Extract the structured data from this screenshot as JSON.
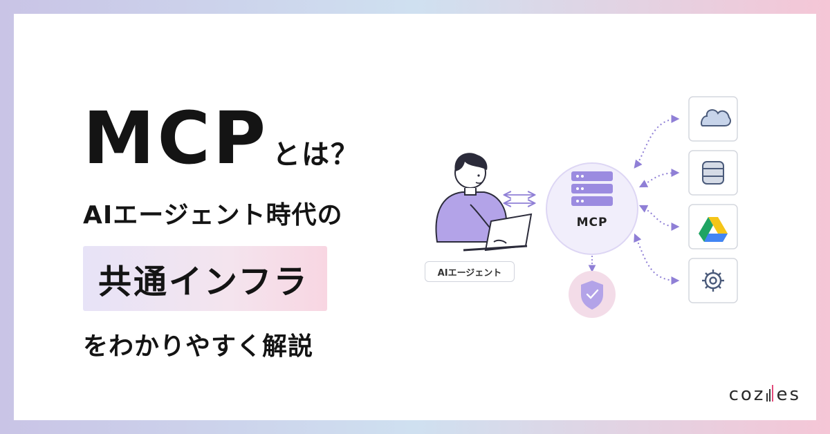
{
  "heading": {
    "mcp": "MCP",
    "toha": "とは？",
    "line2": "AIエージェント時代の",
    "highlight": "共通インフラ",
    "line4": "をわかりやすく解説"
  },
  "diagram": {
    "agent_label": "AIエージェント",
    "mcp_label": "MCP",
    "services": [
      "cloud-icon",
      "database-icon",
      "google-drive-icon",
      "gear-icon"
    ]
  },
  "colors": {
    "accent_purple": "#9b8be0",
    "shirt_purple": "#b3a3e8",
    "arrow_purple": "#8f7fd6",
    "circle_fill": "#f1eefb",
    "shield_pink": "#f3dce8"
  },
  "logo": {
    "left": "coz",
    "right": "es"
  }
}
